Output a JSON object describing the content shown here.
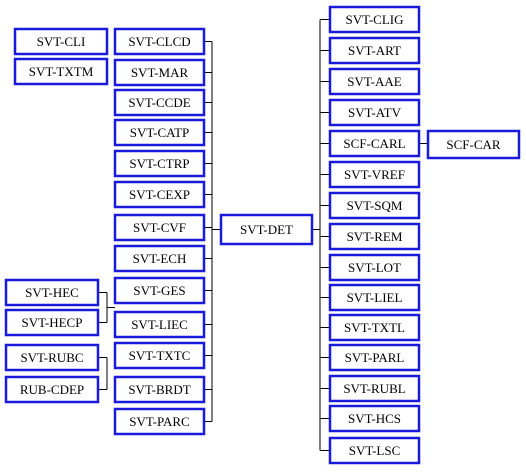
{
  "nodes": {
    "svt_det": "SVT-DET",
    "svt_cli": "SVT-CLI",
    "svt_txtm": "SVT-TXTM",
    "svt_clcd": "SVT-CLCD",
    "svt_mar": "SVT-MAR",
    "svt_ccde": "SVT-CCDE",
    "svt_catp": "SVT-CATP",
    "svt_ctrp": "SVT-CTRP",
    "svt_cexp": "SVT-CEXP",
    "svt_cvf": "SVT-CVF",
    "svt_ech": "SVT-ECH",
    "svt_ges": "SVT-GES",
    "svt_liec": "SVT-LIEC",
    "svt_txtc": "SVT-TXTC",
    "svt_brdt": "SVT-BRDT",
    "svt_parc": "SVT-PARC",
    "svt_hec": "SVT-HEC",
    "svt_hecp": "SVT-HECP",
    "svt_rubc": "SVT-RUBC",
    "rub_cdep": "RUB-CDEP",
    "svt_clig": "SVT-CLIG",
    "svt_art": "SVT-ART",
    "svt_aae": "SVT-AAE",
    "svt_atv": "SVT-ATV",
    "scf_carl": "SCF-CARL",
    "scf_car": "SCF-CAR",
    "svt_vref": "SVT-VREF",
    "svt_sqm": "SVT-SQM",
    "svt_rem": "SVT-REM",
    "svt_lot": "SVT-LOT",
    "svt_liel": "SVT-LIEL",
    "svt_txtl": "SVT-TXTL",
    "svt_parl": "SVT-PARL",
    "svt_rubl": "SVT-RUBL",
    "svt_hcs": "SVT-HCS",
    "svt_lsc": "SVT-LSC"
  },
  "colors": {
    "box_border": "#1a1adb",
    "connector": "#000000"
  }
}
